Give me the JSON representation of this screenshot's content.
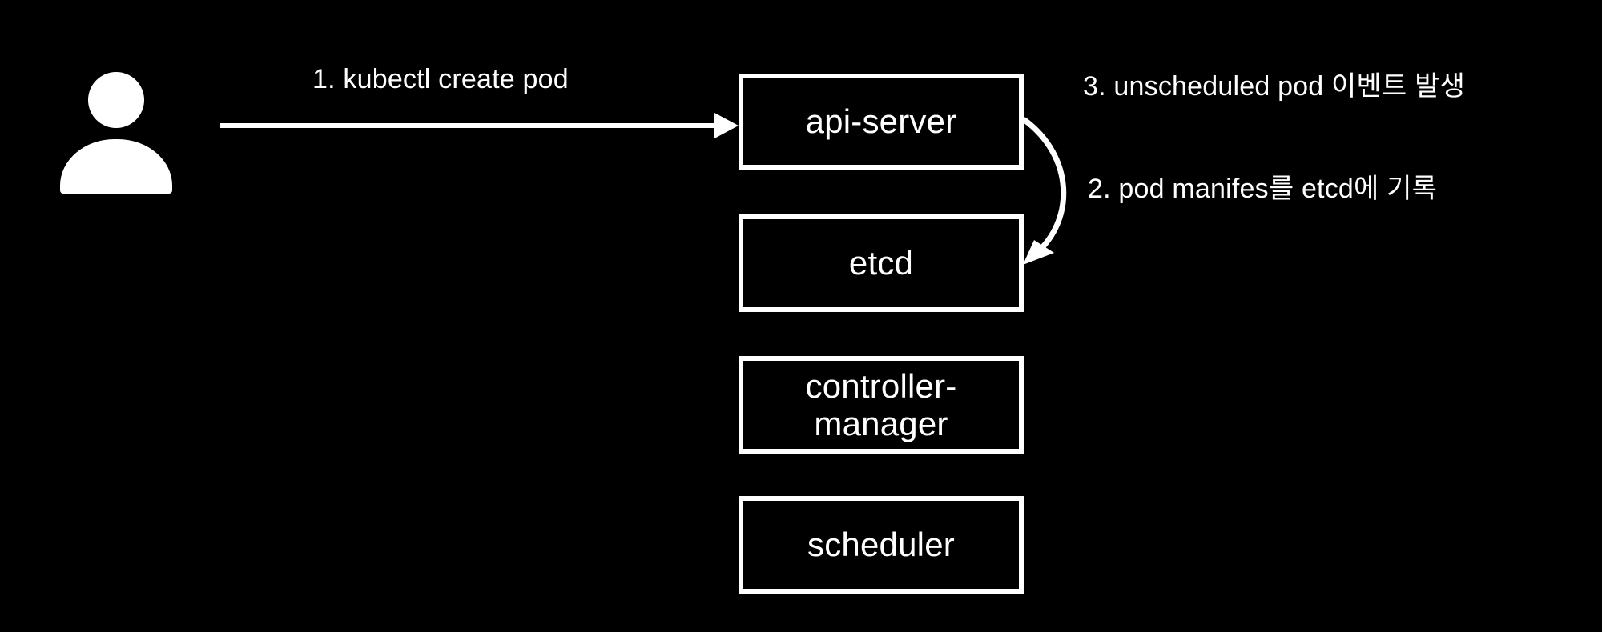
{
  "diagram": {
    "title": "Kubernetes pod creation control-plane flow",
    "background_color": "#000000",
    "stroke_color": "#ffffff"
  },
  "actor": {
    "name": "user",
    "icon": "person-icon"
  },
  "nodes": [
    {
      "id": "api-server",
      "label": "api-server"
    },
    {
      "id": "etcd",
      "label": "etcd"
    },
    {
      "id": "controller-manager",
      "label": "controller-\nmanager"
    },
    {
      "id": "scheduler",
      "label": "scheduler"
    }
  ],
  "steps": [
    {
      "number": "1",
      "text": "1. kubectl create pod"
    },
    {
      "number": "2",
      "text": "2. pod manifes를 etcd에 기록"
    },
    {
      "number": "3",
      "text": "3. unscheduled pod 이벤트 발생"
    }
  ],
  "connectors": [
    {
      "id": "user-to-api-server",
      "from": "user",
      "to": "api-server",
      "style": "straight-arrow"
    },
    {
      "id": "api-server-to-etcd",
      "from": "api-server",
      "to": "etcd",
      "style": "curved-arrow"
    }
  ]
}
